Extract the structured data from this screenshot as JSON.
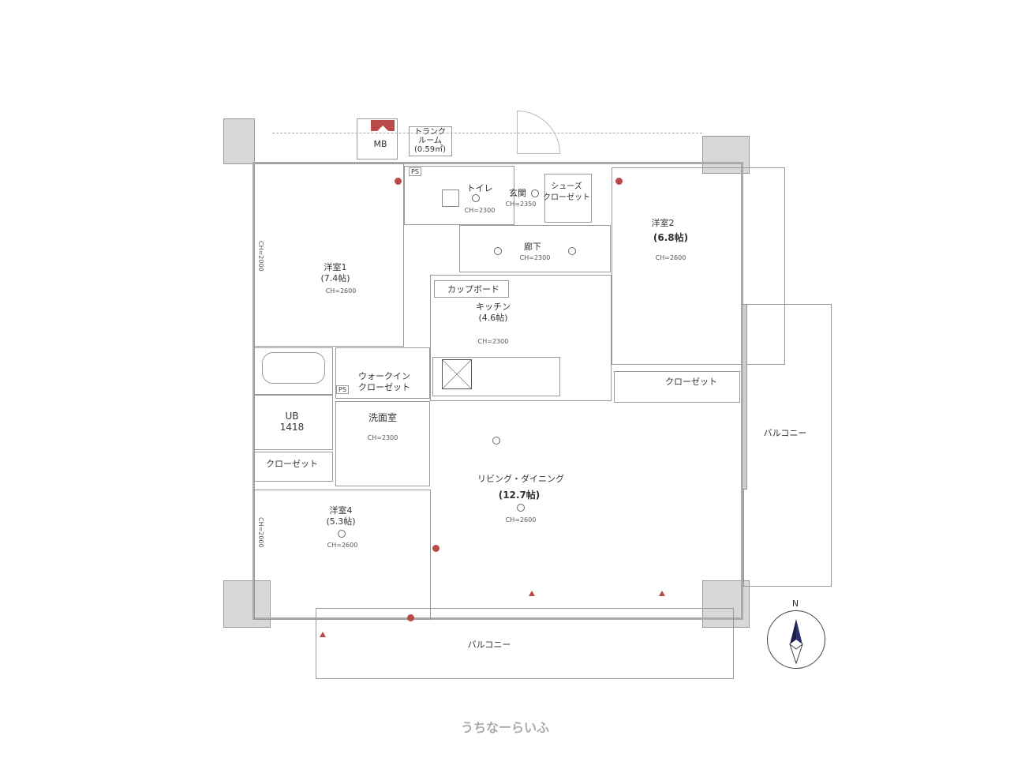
{
  "rooms": {
    "mb": "MB",
    "trunk": {
      "name": "トランク",
      "name2": "ルーム",
      "area": "(0.59㎡)"
    },
    "ps": "PS",
    "ps2": "PS",
    "toilet": {
      "name": "トイレ",
      "ch": "CH=2300"
    },
    "entrance": {
      "name": "玄関",
      "ch": "CH=2350"
    },
    "shoes": {
      "name": "シューズ",
      "name2": "クローゼット"
    },
    "hall": {
      "name": "廊下",
      "ch": "CH=2300"
    },
    "room1": {
      "name": "洋室1",
      "size": "(7.4帖)",
      "ch": "CH=2600",
      "side_ch": "CH=2000"
    },
    "room2": {
      "name": "洋室2",
      "size": "(6.8帖)",
      "ch": "CH=2600"
    },
    "cupboard": "カップボード",
    "kitchen": {
      "name": "キッチン",
      "size": "(4.6帖)",
      "ch": "CH=2300"
    },
    "wic": {
      "name": "ウォークイン",
      "name2": "クローゼット"
    },
    "ub": {
      "name": "UB",
      "size": "1418"
    },
    "washroom": {
      "name": "洗面室",
      "ch": "CH=2300"
    },
    "closet_left": "クローゼット",
    "closet_right": "クローゼット",
    "living": {
      "name": "リビング・ダイニング",
      "size": "(12.7帖)",
      "ch": "CH=2600"
    },
    "room4": {
      "name": "洋室4",
      "size": "(5.3帖)",
      "ch": "CH=2600",
      "side_ch": "CH=2000"
    },
    "balcony_east": "バルコニー",
    "balcony_south": "バルコニー"
  },
  "compass": {
    "label": "N"
  },
  "watermark": "うちなーらいふ",
  "colors": {
    "accent": "#b84a4a",
    "column": "#d8d8d6"
  }
}
